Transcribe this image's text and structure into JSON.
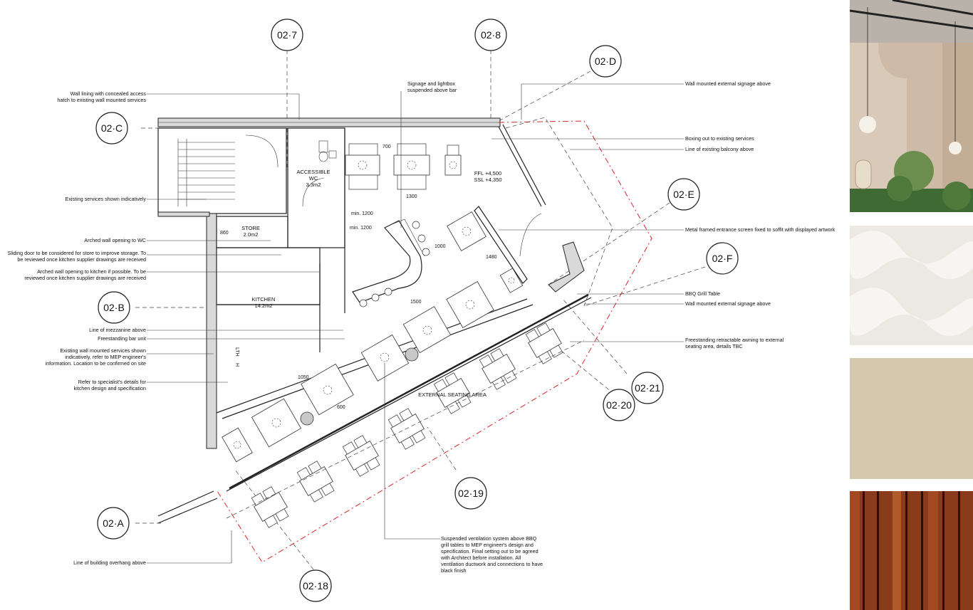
{
  "grid_markers": [
    {
      "label": "02·7"
    },
    {
      "label": "02·8"
    },
    {
      "label": "02·D"
    },
    {
      "label": "02·C"
    },
    {
      "label": "02·E"
    },
    {
      "label": "02·F"
    },
    {
      "label": "02·B"
    },
    {
      "label": "02·21"
    },
    {
      "label": "02·20"
    },
    {
      "label": "02·19"
    },
    {
      "label": "02·A"
    },
    {
      "label": "02·18"
    }
  ],
  "rooms": {
    "wc_line1": "ACCESSIBLE",
    "wc_line2": "WC",
    "wc_area": "3.3m2",
    "store": "STORE",
    "store_area": "2.0m2",
    "kitchen": "KITCHEN",
    "kitchen_area": "14.2m2",
    "ffl": "FFL +4,500",
    "ssl": "SSL +4,350",
    "external": "EXTERNAL SEATING AREA"
  },
  "dimensions": {
    "d700": "700",
    "d1300": "1300",
    "d860": "860",
    "min1200a": "min. 1200",
    "min1200b": "min. 1200",
    "d1000": "1000",
    "d1480": "1480",
    "d1500": "1500",
    "d1050": "1050",
    "d600": "600",
    "lth": "LTH",
    "h": "H"
  },
  "notes_left": [
    "Wall lining with concealed access",
    "hatch to existing wall mounted services",
    "Existing services shown indicatively",
    "Arched wall opening to WC",
    "Sliding door to be considered for store to improve storage. To",
    "be reviewed once kitchen supplier drawings are received",
    "Arched wall opening to kitchen if possible. To be",
    "reviewed once kitchen supplier drawings are received",
    "Line of mezzanine above",
    "Freestanding bar unit",
    "Existing wall mounted services shown",
    "indicatively, refer to MEP engineer's",
    "information. Location to be confirmed on site",
    "Refer to specialist's details for",
    "kitchen design and specification",
    "Line of building overhang above"
  ],
  "notes_top": [
    "Signage and lightbox",
    "suspended above bar"
  ],
  "notes_right": [
    "Wall mounted external signage above",
    "Boxing out to existing services",
    "Line of existing balcony above",
    "Metal framed entrance screen fixed to soffit with displayed artwork",
    "BBQ Grill Table",
    "Wall mounted external signage above",
    "Freestanding retractable awning to external",
    "seating area, details TBC"
  ],
  "notes_bottom": [
    "Suspended ventilation system above BBQ",
    "grill tables to MEP engineer's design and",
    "specification. Final setting out to be agreed",
    "with Architect before installation. All",
    "ventilation ductwork and connections to have",
    "black finish"
  ],
  "colors": {
    "red_line": "#d4262b",
    "interior_wall": "#c9b8a6",
    "terrazzo": "#ece8e2",
    "stone": "#d8ccb4",
    "brick": "#8a3b1c"
  }
}
